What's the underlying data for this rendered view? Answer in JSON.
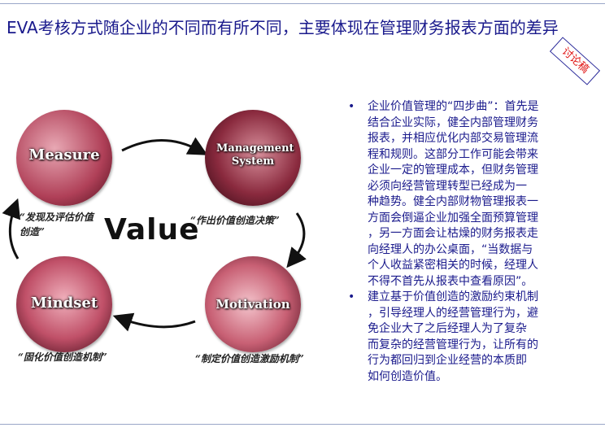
{
  "title": "EVA考核方式随企业的不同而有所不同，主要体现在管理财务报表方面的差异",
  "stamp": "讨论稿",
  "diagram": {
    "center": "Value",
    "nodes": [
      {
        "label": "Measure"
      },
      {
        "label": "Management System"
      },
      {
        "label": "Mindset"
      },
      {
        "label": "Motivation"
      }
    ],
    "quotes": [
      "“发现及评估价值创造”",
      "“作出价值创造决策”",
      "“固化价值创造机制”",
      "“制定价值创造激励机制”"
    ]
  },
  "bullets": [
    {
      "symbol": "•",
      "lines": [
        "企业价值管理的“四步曲”：首先是",
        "结合企业实际，健全内部管理财务",
        "报表，并相应优化内部交易管理流",
        "程和规则。这部分工作可能会带来",
        "企业一定的管理成本，但财务管理",
        "必须向经营管理转型已经成为一",
        "种趋势。健全内部财物管理报表一",
        "方面会倒逼企业加强全面预算管理",
        "，另一方面会让枯燥的财务报表走",
        "向经理人的办公桌面，“当数据与",
        "个人收益紧密相关的时候，经理人",
        "不得不首先从报表中查看原因”。"
      ]
    },
    {
      "symbol": "•",
      "lines": [
        "建立基于价值创造的激励约束机制",
        "，引导经理人的经营管理行为，避",
        "免企业大了之后经理人为了复杂",
        "而复杂的经营管理行为，让所有的",
        "行为都回归到企业经营的本质即",
        "如何创造价值。"
      ]
    }
  ]
}
